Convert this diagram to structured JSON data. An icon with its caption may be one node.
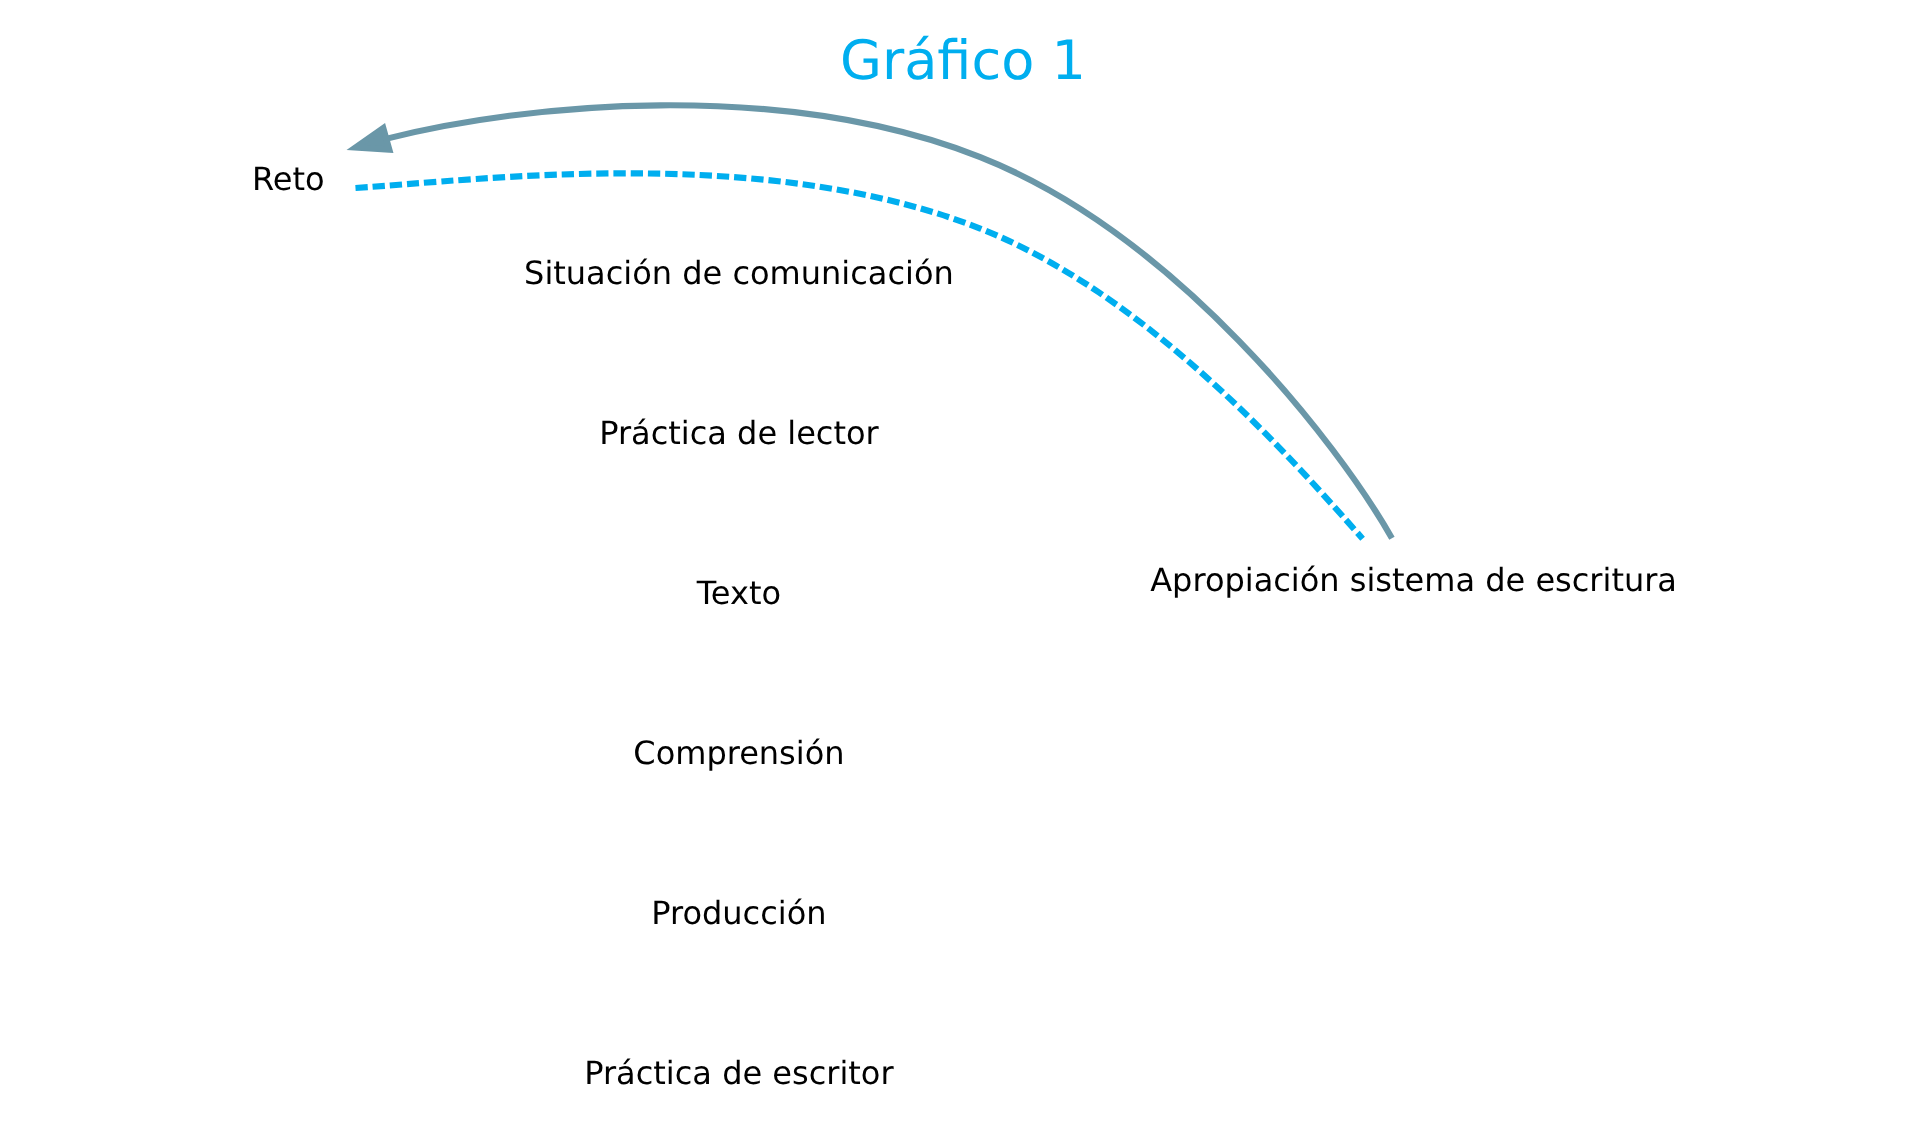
{
  "diagram": {
    "title": "Gráfico 1",
    "nodes": [
      {
        "text": [
          "Reto"
        ]
      },
      {
        "text": [
          "Apropiación sistema de escritura"
        ]
      }
    ],
    "edges": [
      {
        "from": 0,
        "to": 1,
        "arrow": "none",
        "style": "dashed",
        "color": "#00aeef"
      },
      {
        "from": 1,
        "to": 0,
        "arrow": "to",
        "color": "#6a97a8"
      }
    ],
    "labels": [
      "Situación de comunicación",
      "Práctica de lector",
      "Texto",
      "Comprensión",
      "Producción",
      "Práctica de escritor"
    ]
  }
}
